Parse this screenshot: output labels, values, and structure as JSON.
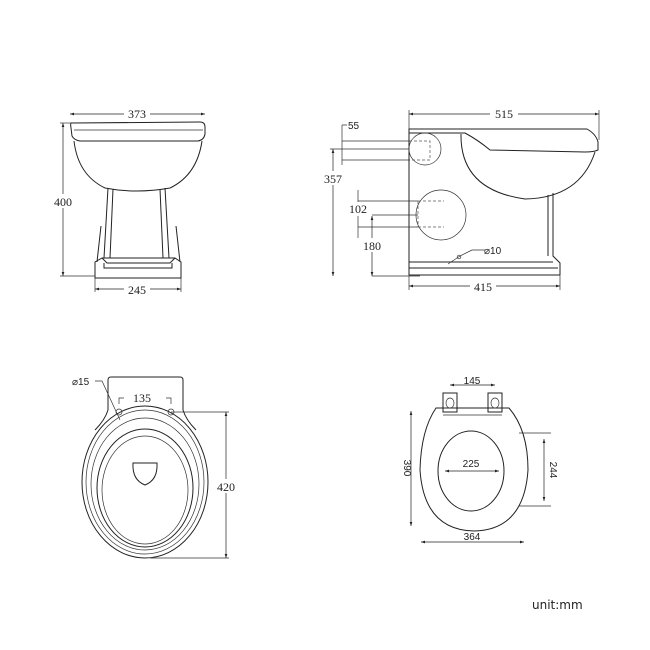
{
  "front_view": {
    "width_top": "373",
    "height": "400",
    "width_base": "245"
  },
  "side_view": {
    "length": "515",
    "inlet_size": "55",
    "inlet_height": "357",
    "outlet_size": "102",
    "outlet_height": "180",
    "fixing_hole": "⌀10",
    "base_length": "415"
  },
  "top_view": {
    "hole_diameter": "⌀15",
    "hole_spacing": "135",
    "depth": "420"
  },
  "seat_view": {
    "hinge_spacing": "145",
    "seat_length": "390",
    "opening_width": "225",
    "opening_length": "244",
    "seat_width": "364"
  },
  "unit_label": "unit:mm"
}
